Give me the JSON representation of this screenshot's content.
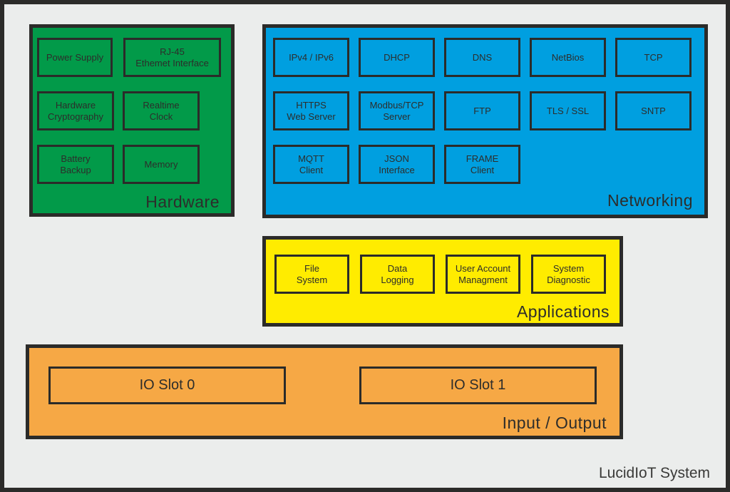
{
  "page": {
    "title": "LucidIoT System"
  },
  "palette": {
    "background": "#ebedec",
    "ink": "#2b2b29",
    "hardware_green": "#029a49",
    "networking_blue": "#009fe0",
    "applications_yellow": "#ffec00",
    "io_orange": "#f6a845"
  },
  "blocks": {
    "hardware": {
      "label": "Hardware",
      "color": "#029a49",
      "modules": [
        "Power Supply",
        "RJ-45\nEthemet Interface",
        "Hardware\nCryptography",
        "Realtime\nClock",
        "Battery\nBackup",
        "Memory"
      ]
    },
    "networking": {
      "label": "Networking",
      "color": "#009fe0",
      "modules": [
        "IPv4 / IPv6",
        "DHCP",
        "DNS",
        "NetBios",
        "TCP",
        "HTTPS\nWeb Server",
        "Modbus/TCP\nServer",
        "FTP",
        "TLS / SSL",
        "SNTP",
        "MQTT\nClient",
        "JSON\nInterface",
        "FRAME\nClient"
      ]
    },
    "applications": {
      "label": "Applications",
      "color": "#ffec00",
      "modules": [
        "File\nSystem",
        "Data\nLogging",
        "User Account\nManagment",
        "System\nDiagnostic"
      ]
    },
    "io": {
      "label": "Input / Output",
      "color": "#f6a845",
      "slots": [
        "IO Slot 0",
        "IO Slot 1"
      ]
    }
  }
}
